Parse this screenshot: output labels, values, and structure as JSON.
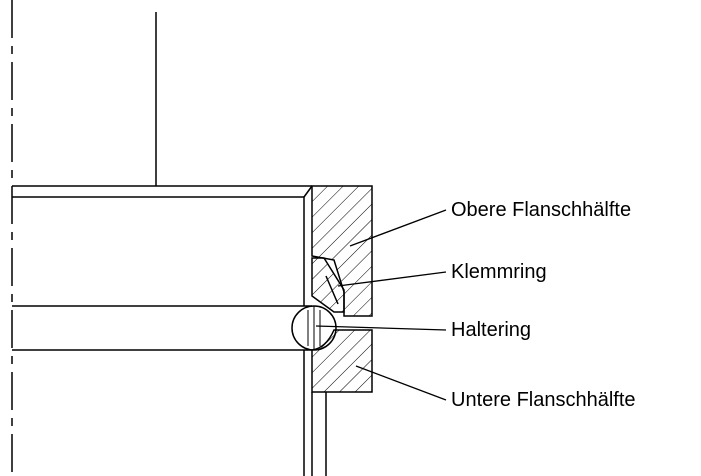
{
  "labels": {
    "upper_flange": "Obere Flanschhälfte",
    "clamp_ring": "Klemmring",
    "retaining_ring": "Haltering",
    "lower_flange": "Untere Flanschhälfte"
  },
  "colors": {
    "line": "#000000",
    "background": "#ffffff"
  }
}
